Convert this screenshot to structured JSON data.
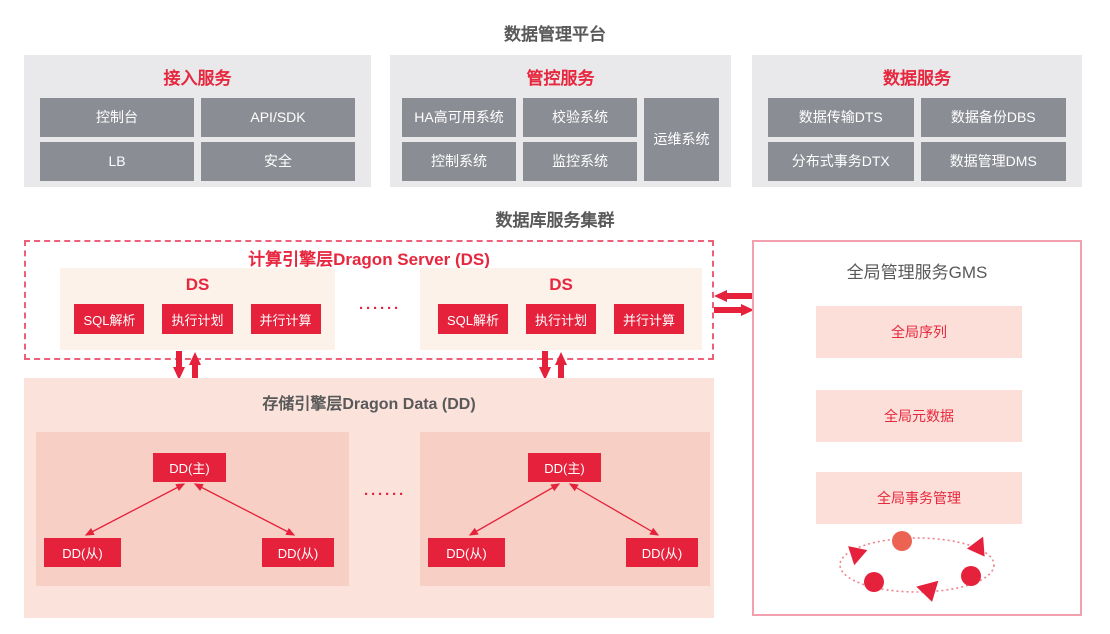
{
  "titles": {
    "platform": "数据管理平台",
    "cluster": "数据库服务集群"
  },
  "colors": {
    "accent_red": "#e5213c",
    "heading_red": "#e7273e",
    "panel_gray": "#e9e9eb",
    "cell_gray": "#8b8d94",
    "title_gray": "#595959",
    "ds_node_bg": "#fdf2ea",
    "dd_outer_bg": "#fbe3dc",
    "dd_inner_bg": "#f8cfc5",
    "gms_border": "#f2a0ae",
    "gms_item_bg": "#fcdfd8",
    "cycle_dot_orange": "#ec6354"
  },
  "panels": {
    "access": {
      "title": "接入服务",
      "cells": [
        "控制台",
        "API/SDK",
        "LB",
        "安全"
      ]
    },
    "control": {
      "title": "管控服务",
      "cells": [
        "HA高可用系统",
        "校验系统",
        "控制系统",
        "监控系统"
      ],
      "tall_cell": "运维系统"
    },
    "data": {
      "title": "数据服务",
      "cells": [
        "数据传输DTS",
        "数据备份DBS",
        "分布式事务DTX",
        "数据管理DMS"
      ]
    }
  },
  "compute_layer": {
    "title": "计算引擎层Dragon Server (DS)",
    "ellipsis": "······",
    "nodes": [
      {
        "label": "DS",
        "chips": [
          "SQL解析",
          "执行计划",
          "并行计算"
        ]
      },
      {
        "label": "DS",
        "chips": [
          "SQL解析",
          "执行计划",
          "并行计算"
        ]
      }
    ]
  },
  "storage_layer": {
    "title": "存储引擎层Dragon Data (DD)",
    "ellipsis": "······",
    "groups": [
      {
        "master": "DD(主)",
        "slaves": [
          "DD(从)",
          "DD(从)"
        ]
      },
      {
        "master": "DD(主)",
        "slaves": [
          "DD(从)",
          "DD(从)"
        ]
      }
    ]
  },
  "gms": {
    "title": "全局管理服务GMS",
    "items": [
      "全局序列",
      "全局元数据",
      "全局事务管理"
    ]
  }
}
